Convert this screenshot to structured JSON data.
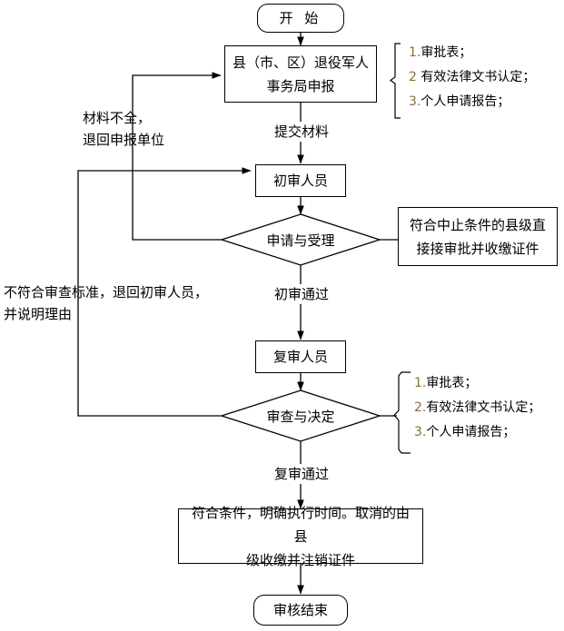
{
  "diagram": {
    "title": "退役军人事务审批流程图",
    "line_color": "#000000",
    "background": "#ffffff",
    "number_color": "#8a6d3b"
  },
  "nodes": {
    "start": {
      "label": "开 始",
      "shape": "terminal"
    },
    "declare": {
      "label": "县（市、区）退役军人\n事务局申报",
      "shape": "rect"
    },
    "first_reviewer": {
      "label": "初审人员",
      "shape": "rect"
    },
    "apply_accept": {
      "label": "申请与受理",
      "shape": "diamond"
    },
    "suspend_box": {
      "label": "符合中止条件的县级直\n接接审批并收缴证件",
      "shape": "rect"
    },
    "second_reviewer": {
      "label": "复审人员",
      "shape": "rect"
    },
    "review_decide": {
      "label": "审查与决定",
      "shape": "diamond"
    },
    "result_box": {
      "label": "符合条件，明确执行时间。取消的由县\n级收缴并注销证件",
      "shape": "rect"
    },
    "end": {
      "label": "审核结束",
      "shape": "terminal"
    }
  },
  "edge_labels": {
    "submit_materials": "提交材料",
    "first_pass": "初审通过",
    "second_pass": "复审通过"
  },
  "notes": {
    "incomplete": "材料不全，\n退回申报单位",
    "not_conform": "不符合审查标准，退回初审人员，\n并说明理由"
  },
  "brace_lists": {
    "declare_docs": {
      "items": [
        {
          "num": "1.",
          "text": "审批表；"
        },
        {
          "num": "2",
          "text": " 有效法律文书认定；"
        },
        {
          "num": "3.",
          "text": "个人申请报告；"
        }
      ]
    },
    "decide_docs": {
      "items": [
        {
          "num": "1.",
          "text": "审批表；"
        },
        {
          "num": "2.",
          "text": "有效法律文书认定；"
        },
        {
          "num": "3.",
          "text": "个人申请报告；"
        }
      ]
    }
  }
}
